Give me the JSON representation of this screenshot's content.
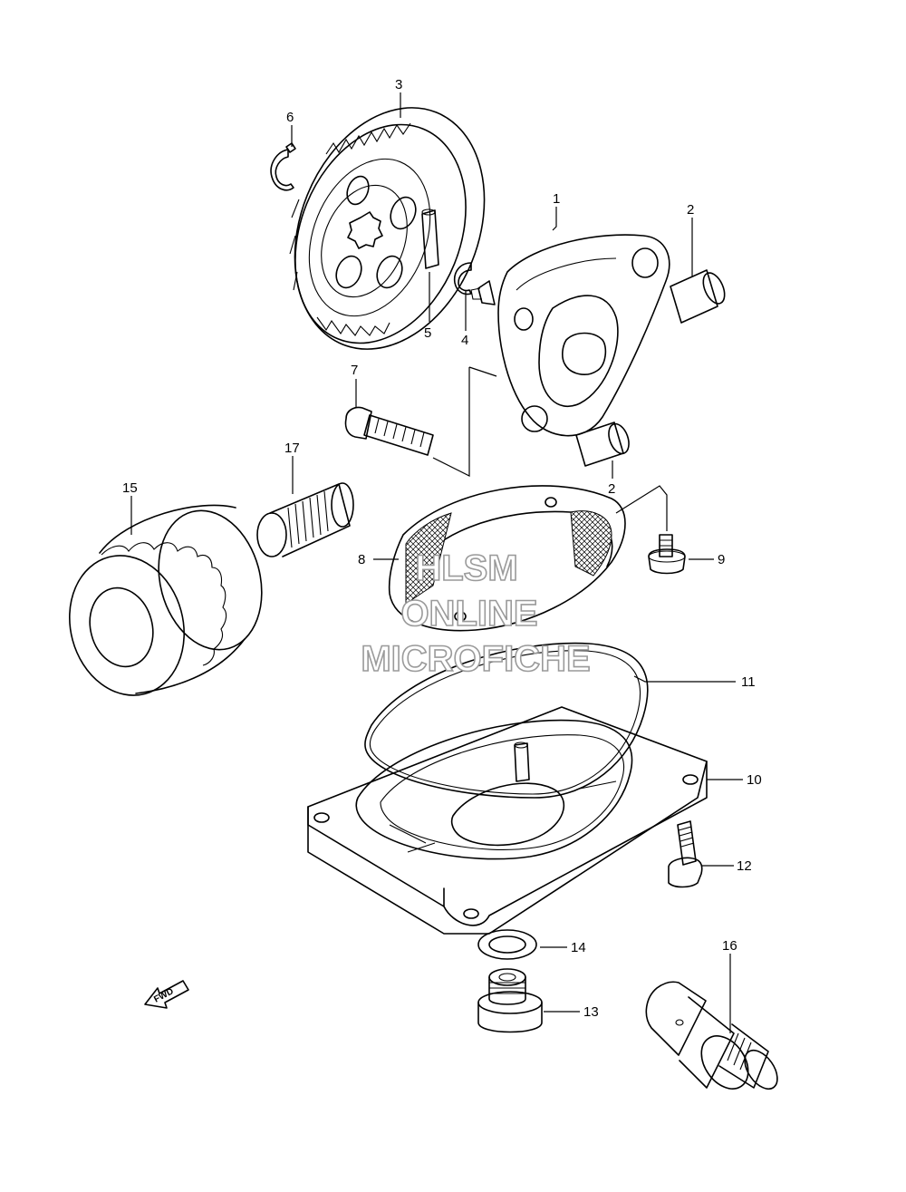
{
  "callouts": {
    "c1": "1",
    "c2a": "2",
    "c2b": "2",
    "c3": "3",
    "c4": "4",
    "c5": "5",
    "c6": "6",
    "c7": "7",
    "c8": "8",
    "c9": "9",
    "c10": "10",
    "c11": "11",
    "c12": "12",
    "c13": "13",
    "c14": "14",
    "c15": "15",
    "c16": "16",
    "c17": "17"
  },
  "watermark": {
    "line1": "HLSM",
    "line2": "ONLINE",
    "line3": "MICROFICHE"
  },
  "fwd_label": "FWD"
}
